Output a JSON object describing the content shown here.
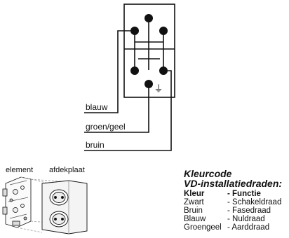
{
  "diagram": {
    "wire_labels": {
      "blue": "blauw",
      "green_yellow": "groen/geel",
      "brown": "bruin"
    },
    "ground_symbol": "⏚",
    "illustration_labels": {
      "element": "element",
      "cover_plate": "afdekplaat"
    }
  },
  "legend": {
    "title": "Kleurcode",
    "subtitle": "VD-installatiedraden:",
    "header": {
      "color": "Kleur",
      "function": "- Functie"
    },
    "rows": [
      {
        "color": "Zwart",
        "function": "- Schakeldraad"
      },
      {
        "color": "Bruin",
        "function": "- Fasedraad"
      },
      {
        "color": "Blauw",
        "function": "- Nuldraad"
      },
      {
        "color": "Groengeel",
        "function": "- Aarddraad"
      }
    ]
  },
  "colors": {
    "ink": "#111111",
    "light_gray": "#9a9a9a",
    "socket_fill": "#f4f4f4"
  }
}
